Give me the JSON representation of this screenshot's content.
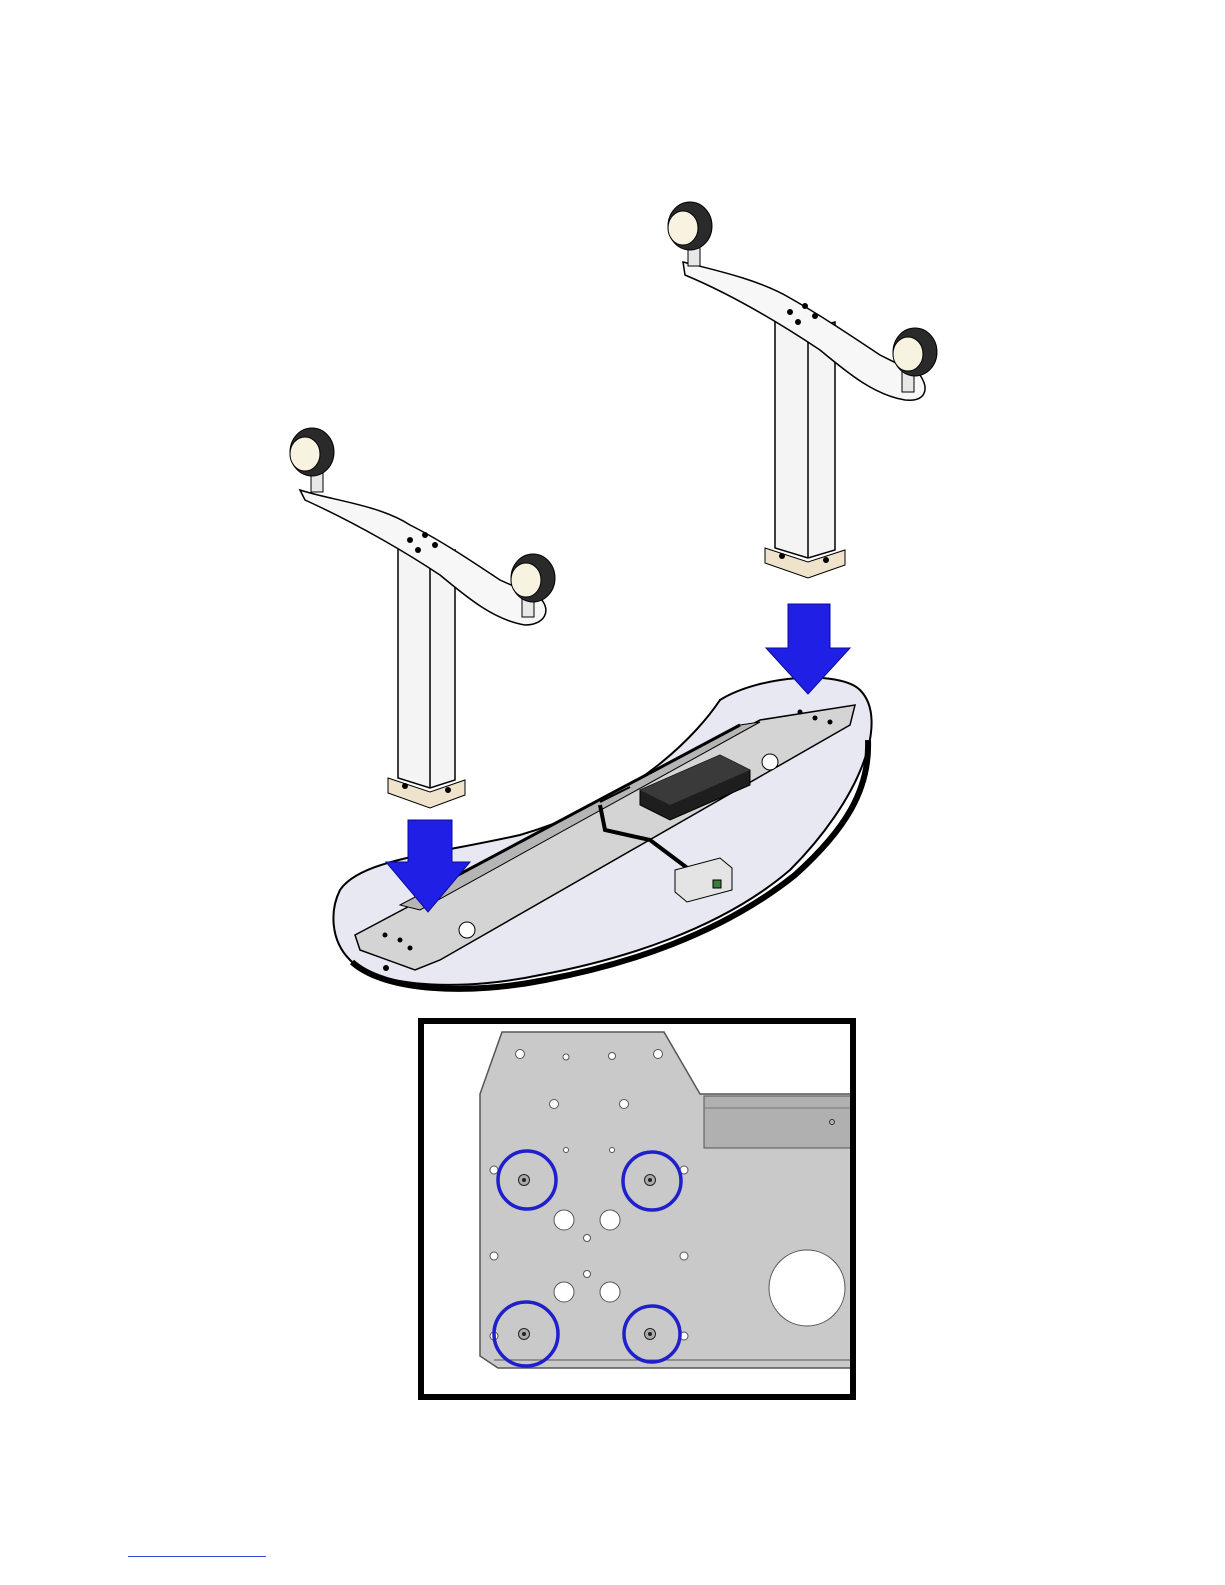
{
  "figure": {
    "description_hidden": "",
    "parts": {
      "legs": [
        "left-leg-assembly",
        "right-leg-assembly"
      ],
      "arrows": [
        "left-arrow",
        "right-arrow"
      ],
      "detail_markers": 4
    },
    "colors": {
      "arrow": "#1f1fe6",
      "marker": "#1f1fcc",
      "plate": "#c9c9c9",
      "tabletop": "#e6e6f2",
      "leg": "#f4f4f4",
      "base_plate": "#efe3cc",
      "outline": "#000000"
    }
  }
}
